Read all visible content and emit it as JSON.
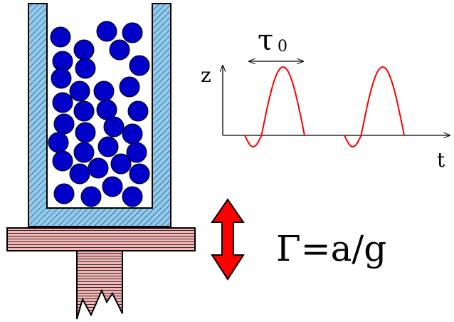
{
  "labels": {
    "tau": "τ",
    "tau_sub": "0",
    "z_axis": "z",
    "t_axis": "t",
    "gamma_formula": "Γ=a/g"
  },
  "colors": {
    "container_fill": "#8ecbf0",
    "plate_fill": "#f4b6b6",
    "bead": "#0000c8",
    "wave": "#ff0000",
    "arrow": "#ff0000",
    "outline": "#000000"
  },
  "icons": {
    "vertical_double_arrow": "double-arrow-icon",
    "horizontal_double_arrow": "double-arrow-icon"
  }
}
